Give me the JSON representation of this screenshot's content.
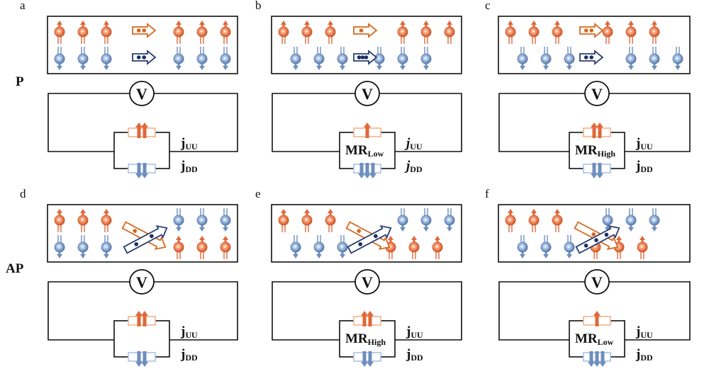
{
  "figure": {
    "row_labels": [
      {
        "id": "P",
        "text": "P"
      },
      {
        "id": "AP",
        "text": "AP"
      }
    ],
    "colors": {
      "spin_up": "#e0683a",
      "spin_up_light": "#f2b48e",
      "spin_down": "#6e8fbd",
      "spin_down_light": "#a9c3e8",
      "arrow_up_outline": "#d86a1e",
      "arrow_down_outline": "#2a3e70",
      "dot_up": "#d8661e",
      "dot_down": "#1e2f63",
      "line": "#111111"
    },
    "voltmeter_label": "V",
    "j_up_label": {
      "main": "j",
      "sub": "UU"
    },
    "j_down_label": {
      "main": "j",
      "sub": "DD"
    },
    "panels": [
      {
        "letter": "a",
        "config": "P",
        "top_shift": false,
        "bottom_shift": false,
        "crossing": false,
        "up_dots": 2,
        "down_dots": 2,
        "up_arrows": 2,
        "down_arrows": 2,
        "mr": null,
        "j_italic": false
      },
      {
        "letter": "b",
        "config": "P",
        "top_shift": false,
        "bottom_shift": true,
        "crossing": false,
        "up_dots": 1,
        "down_dots": 3,
        "up_arrows": 1,
        "down_arrows": 3,
        "mr": {
          "main": "MR",
          "sub": "Low"
        },
        "j_italic": true
      },
      {
        "letter": "c",
        "config": "P",
        "top_shift": false,
        "bottom_shift": true,
        "crossing": false,
        "up_dots": 2,
        "down_dots": 2,
        "up_arrows": 2,
        "down_arrows": 2,
        "mr": {
          "main": "MR",
          "sub": "High"
        },
        "j_italic": false
      },
      {
        "letter": "d",
        "config": "AP",
        "top_shift": false,
        "bottom_shift": false,
        "crossing": true,
        "up_dots": 2,
        "down_dots": 2,
        "up_arrows": 2,
        "down_arrows": 2,
        "mr": null,
        "j_italic": false
      },
      {
        "letter": "e",
        "config": "AP",
        "top_shift": false,
        "bottom_shift": true,
        "crossing": true,
        "up_dots": 2,
        "down_dots": 2,
        "up_arrows": 2,
        "down_arrows": 2,
        "mr": {
          "main": "MR",
          "sub": "High"
        },
        "j_italic": false
      },
      {
        "letter": "f",
        "config": "AP",
        "top_shift": false,
        "bottom_shift": true,
        "crossing": true,
        "up_dots": 1,
        "down_dots": 3,
        "up_arrows": 1,
        "down_arrows": 3,
        "mr": {
          "main": "MR",
          "sub": "Low"
        },
        "j_italic": false
      }
    ]
  }
}
